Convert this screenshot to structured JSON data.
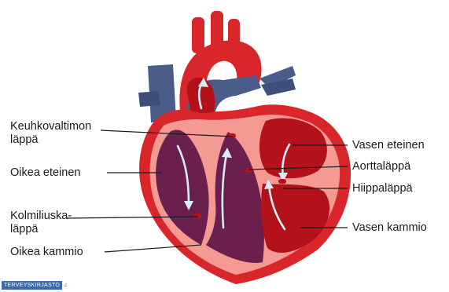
{
  "labels": {
    "pulmonary_valve": [
      "Keuhkovaltimon",
      "läppä"
    ],
    "right_atrium": "Oikea eteinen",
    "tricuspid_valve": [
      "Kolmiliuska-",
      "läppä"
    ],
    "right_ventricle": "Oikea kammio",
    "left_atrium": "Vasen eteinen",
    "aortic_valve": "Aorttaläppä",
    "mitral_valve": "Hiippaläppä",
    "left_ventricle": "Vasen kammio"
  },
  "logo": {
    "text": "TERVEYSKIRJASTO",
    "mark": "4"
  },
  "colors": {
    "outer_red": "#d9262b",
    "dark_red": "#b3121a",
    "pale_pink": "#f49a93",
    "purple": "#6b1f4d",
    "vein_blue": "#4a5c8a",
    "flow_arrow": "#d8ecf7"
  }
}
